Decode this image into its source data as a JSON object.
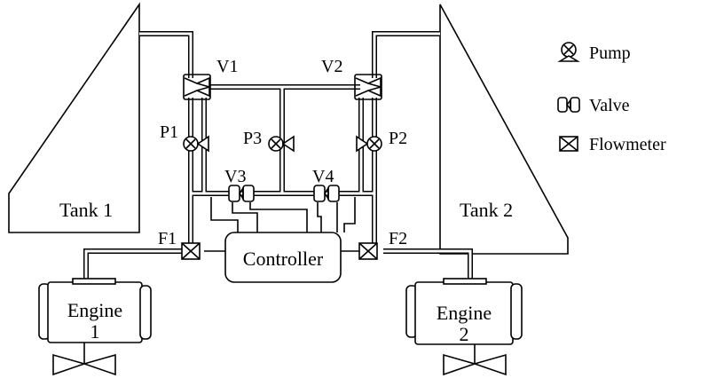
{
  "tanks": {
    "left": "Tank 1",
    "right": "Tank 2"
  },
  "valves": {
    "v1": "V1",
    "v2": "V2",
    "v3": "V3",
    "v4": "V4"
  },
  "pumps": {
    "p1": "P1",
    "p2": "P2",
    "p3": "P3"
  },
  "flowmeters": {
    "f1": "F1",
    "f2": "F2"
  },
  "controller": "Controller",
  "engines": {
    "left": {
      "line1": "Engine",
      "line2": "1"
    },
    "right": {
      "line1": "Engine",
      "line2": "2"
    }
  },
  "legend": {
    "pump": "Pump",
    "valve": "Valve",
    "flowmeter": "Flowmeter"
  }
}
